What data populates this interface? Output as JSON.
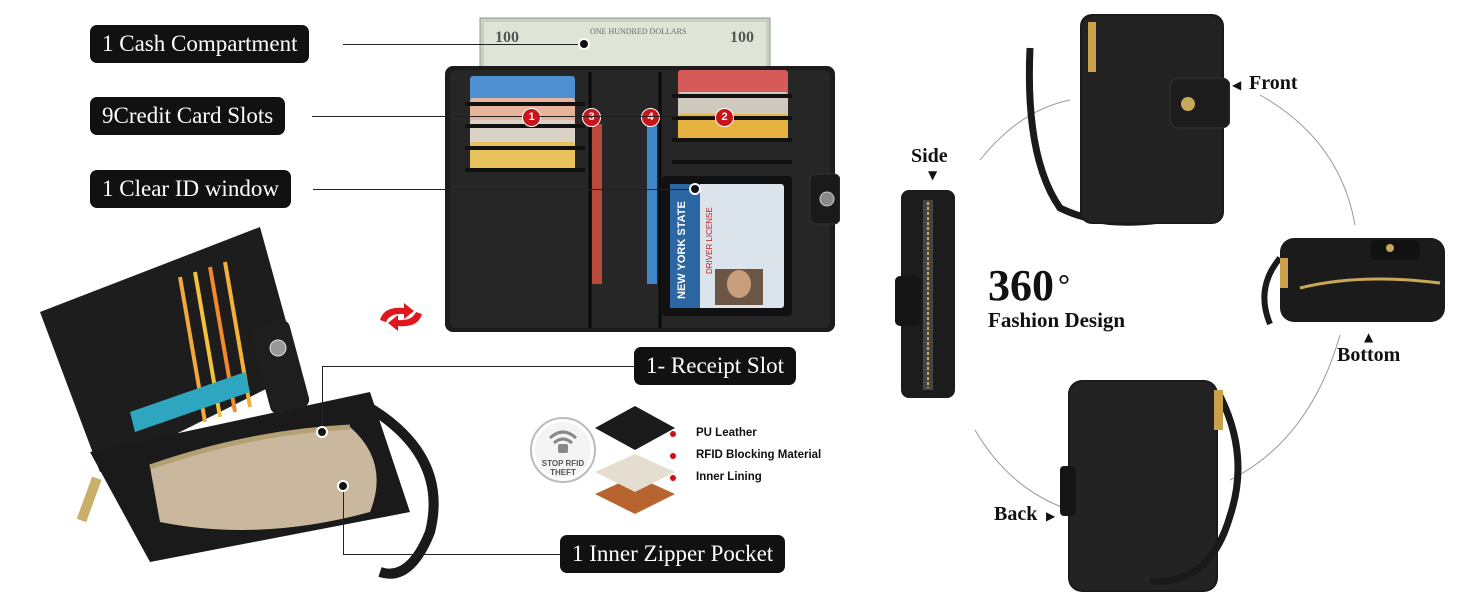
{
  "features": {
    "cash": "1 Cash Compartment",
    "cards": "9Credit Card Slots",
    "id_window": "1 Clear ID window",
    "receipt": "1- Receipt Slot",
    "zipper": "1 Inner Zipper Pocket"
  },
  "slot_numbers": [
    "1",
    "2",
    "3",
    "4"
  ],
  "rfid": {
    "badge_line1": "STOP RFID",
    "badge_line2": "THEFT",
    "layers": [
      "PU Leather",
      "RFID Blocking Material",
      "Inner Lining"
    ]
  },
  "views": {
    "front": "Front",
    "side": "Side",
    "bottom": "Bottom",
    "back": "Back"
  },
  "rotation": {
    "degrees": "360",
    "degree_symbol": "°",
    "caption": "Fashion Design"
  },
  "banknote": {
    "value": "100",
    "text": "ONE HUNDRED DOLLARS"
  },
  "id_card": {
    "state": "NEW YORK STATE",
    "type": "DRIVER LICENSE"
  },
  "colors": {
    "label_bg": "#111111",
    "accent_red": "#c8141a",
    "wallet_black": "#1a1a1a"
  }
}
